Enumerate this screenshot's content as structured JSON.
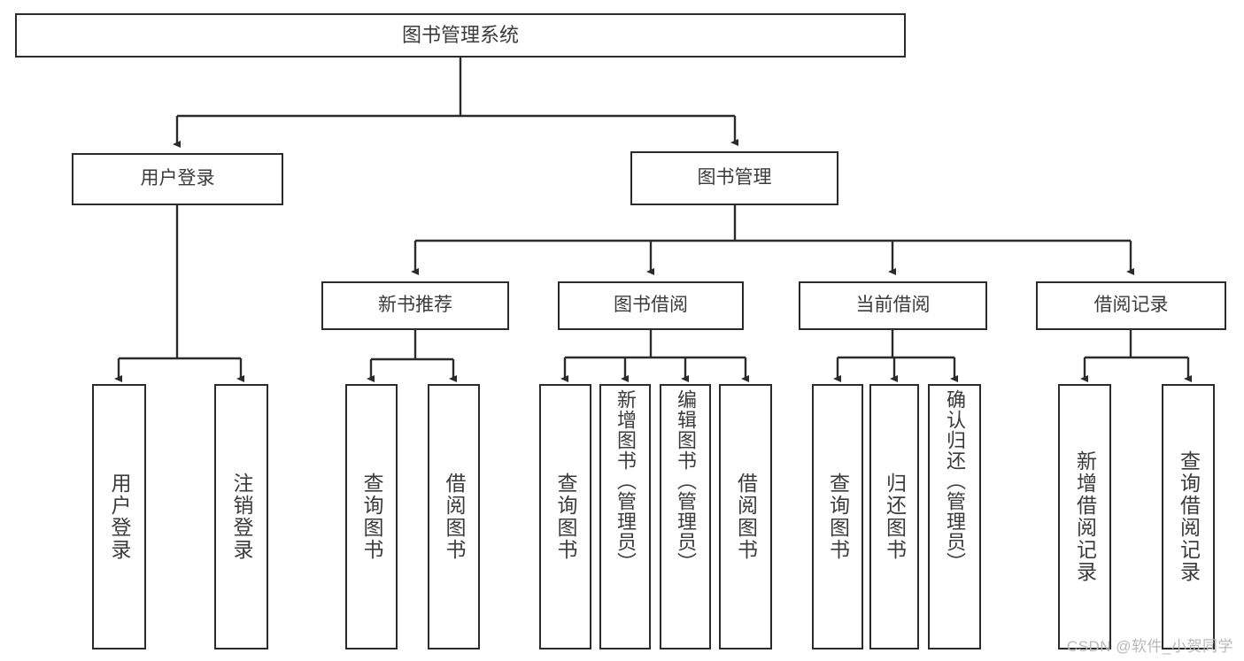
{
  "diagram": {
    "title": "图书管理系统",
    "type": "功能结构图",
    "watermark": "CSDN @软件_小贺同学",
    "colors": {
      "border": "#2b2b2b",
      "text": "#3b3b3b",
      "edge": "#2b2b2b",
      "background": "#ffffff",
      "watermark": "#b8b8b8"
    },
    "nodes": {
      "root": {
        "label": "图书管理系统"
      },
      "level1": [
        {
          "id": "user-login",
          "label": "用户登录"
        },
        {
          "id": "book-management",
          "label": "图书管理"
        }
      ],
      "level2": [
        {
          "id": "new-book-recommend",
          "label": "新书推荐",
          "parent": "book-management"
        },
        {
          "id": "book-borrow",
          "label": "图书借阅",
          "parent": "book-management"
        },
        {
          "id": "current-borrow",
          "label": "当前借阅",
          "parent": "book-management"
        },
        {
          "id": "borrow-record",
          "label": "借阅记录",
          "parent": "book-management"
        }
      ],
      "leaves": [
        {
          "id": "leaf-user-login",
          "label": "用户登录",
          "parent": "user-login"
        },
        {
          "id": "leaf-user-logout",
          "label": "注销登录",
          "parent": "user-login"
        },
        {
          "id": "leaf-query-book-1",
          "label": "查询图书",
          "parent": "new-book-recommend"
        },
        {
          "id": "leaf-borrow-book-1",
          "label": "借阅图书",
          "parent": "new-book-recommend"
        },
        {
          "id": "leaf-query-book-2",
          "label": "查询图书",
          "parent": "book-borrow"
        },
        {
          "id": "leaf-add-book",
          "label": "新增图书（管理员）",
          "parent": "book-borrow"
        },
        {
          "id": "leaf-edit-book",
          "label": "编辑图书（管理员）",
          "parent": "book-borrow"
        },
        {
          "id": "leaf-borrow-book-2",
          "label": "借阅图书",
          "parent": "book-borrow"
        },
        {
          "id": "leaf-query-book-3",
          "label": "查询图书",
          "parent": "current-borrow"
        },
        {
          "id": "leaf-return-book",
          "label": "归还图书",
          "parent": "current-borrow"
        },
        {
          "id": "leaf-confirm-return",
          "label": "确认归还（管理员）",
          "parent": "current-borrow"
        },
        {
          "id": "leaf-add-record",
          "label": "新增借阅记录",
          "parent": "borrow-record"
        },
        {
          "id": "leaf-query-record",
          "label": "查询借阅记录",
          "parent": "borrow-record"
        }
      ]
    }
  }
}
